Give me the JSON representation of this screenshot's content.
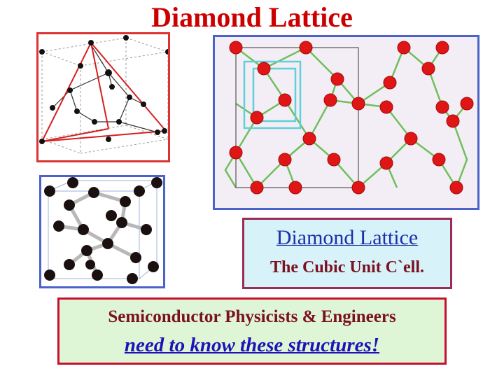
{
  "slide": {
    "title": "Diamond Lattice"
  },
  "unit_cell_box": {
    "title": "Diamond Lattice",
    "subtitle": "The Cubic Unit C`ell."
  },
  "note_box": {
    "line1": "Semiconductor Physicists & Engineers",
    "line2": "need to know these structures!"
  },
  "colors": {
    "title": "#cc0000",
    "atom_red": "#e01515",
    "atom_black": "#1a1010",
    "bond_green": "#6fbf5a",
    "unit_box_bg": "#d7f2f8",
    "note_box_bg": "#dff6d6"
  }
}
